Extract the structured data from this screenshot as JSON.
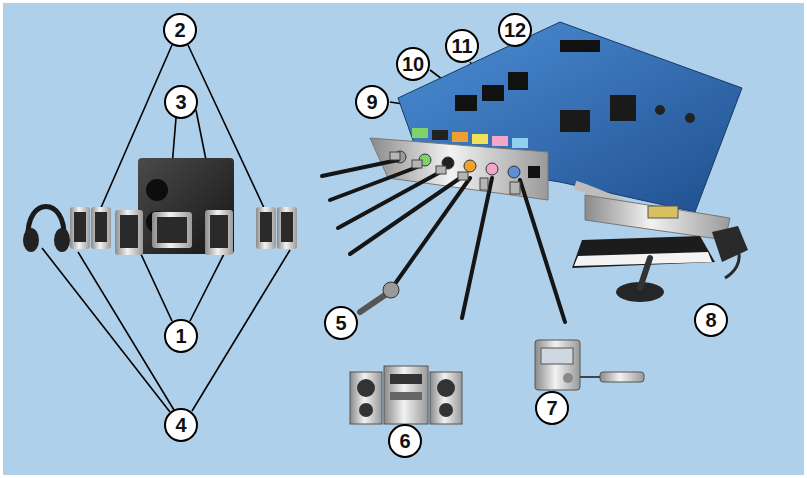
{
  "diagram": {
    "nodes": [
      {
        "text": [
          "2"
        ]
      },
      {
        "text": [
          "12"
        ]
      },
      {
        "text": [
          "11"
        ]
      },
      {
        "text": [
          "10"
        ]
      },
      {
        "text": [
          "3"
        ]
      },
      {
        "text": [
          "9"
        ]
      },
      {
        "text": [
          "1"
        ]
      },
      {
        "text": [
          "5"
        ]
      },
      {
        "text": [
          "8"
        ]
      },
      {
        "text": [
          "4"
        ]
      },
      {
        "text": [
          "6"
        ]
      },
      {
        "text": [
          "7"
        ]
      }
    ]
  }
}
